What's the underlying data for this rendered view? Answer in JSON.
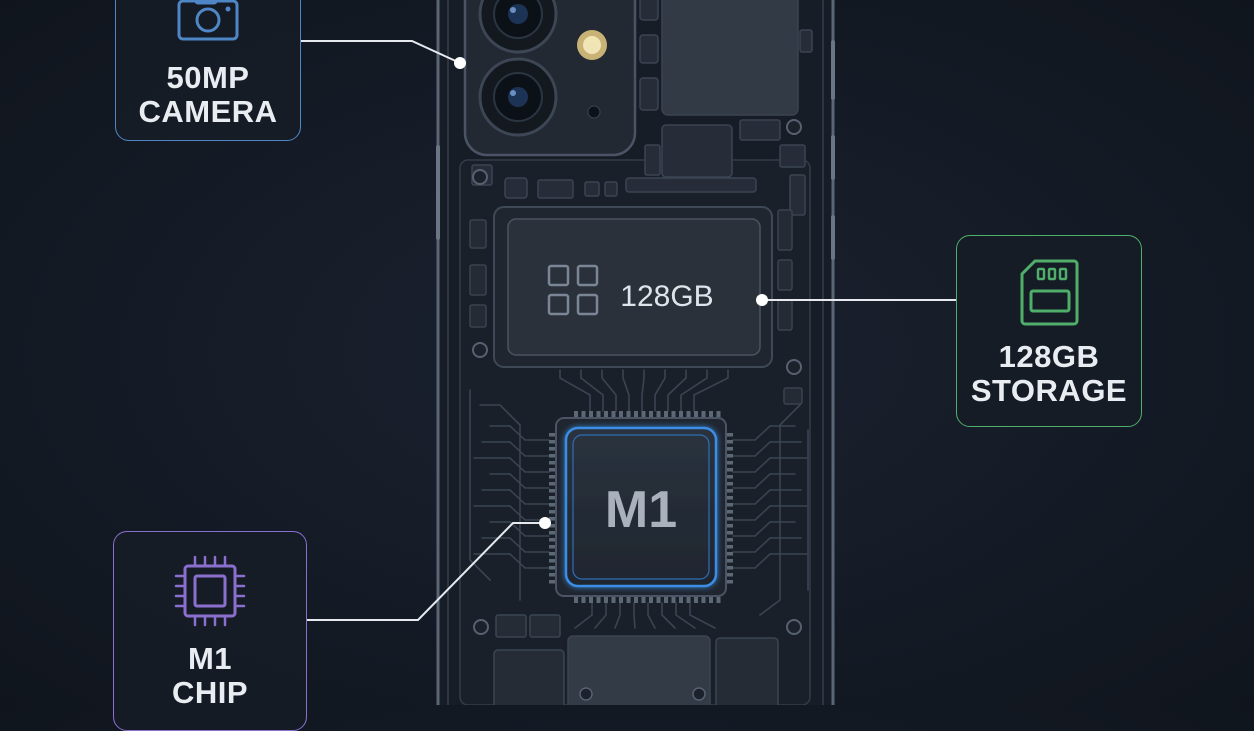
{
  "callouts": {
    "camera": {
      "label": "50MP\nCAMERA",
      "icon": "camera-icon",
      "color": "#4f86c6"
    },
    "storage": {
      "label": "128GB\nSTORAGE",
      "icon": "sd-card-icon",
      "color": "#4fae69"
    },
    "chip": {
      "label": "M1\nCHIP",
      "icon": "processor-chip-icon",
      "color": "#8a6fcf"
    }
  },
  "phone": {
    "storage_module_label": "128GB",
    "chip_label": "M1"
  },
  "colors": {
    "background": "#141a23",
    "phone_frame": "#5a6576",
    "board": "#1c222c",
    "chip_glow": "#3a8ee6",
    "leader_line": "#e6e9ee"
  }
}
